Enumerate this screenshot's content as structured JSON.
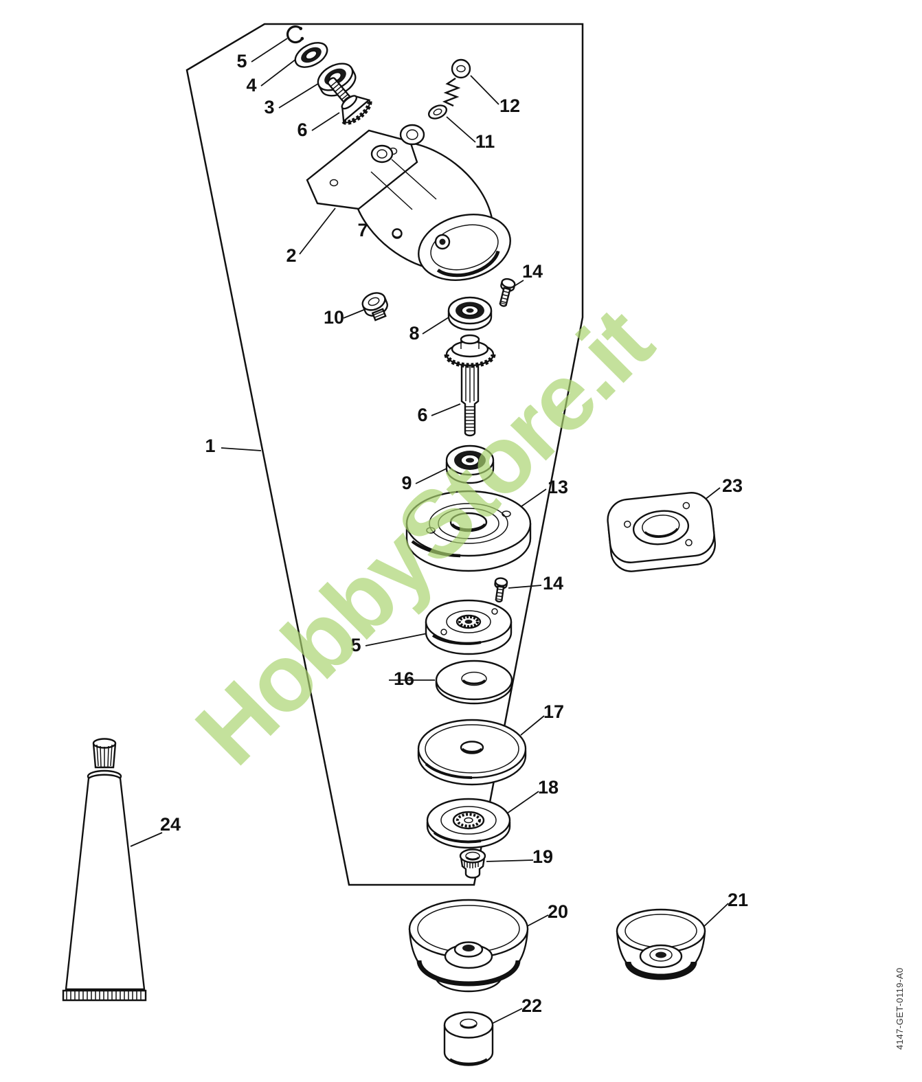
{
  "diagram": {
    "watermark": "HobbyStore.it",
    "doc_code": "4147-GET-0119-A0",
    "accent_color": "#a9d36e",
    "labels": [
      {
        "text": "5"
      },
      {
        "text": "4"
      },
      {
        "text": "3"
      },
      {
        "text": "6"
      },
      {
        "text": "12"
      },
      {
        "text": "11"
      },
      {
        "text": "7"
      },
      {
        "text": "2"
      },
      {
        "text": "14"
      },
      {
        "text": "10"
      },
      {
        "text": "8"
      },
      {
        "text": "6"
      },
      {
        "text": "9"
      },
      {
        "text": "13"
      },
      {
        "text": "23"
      },
      {
        "text": "14"
      },
      {
        "text": "5"
      },
      {
        "text": "16"
      },
      {
        "text": "17"
      },
      {
        "text": "18"
      },
      {
        "text": "19"
      },
      {
        "text": "1"
      },
      {
        "text": "20"
      },
      {
        "text": "21"
      },
      {
        "text": "22"
      },
      {
        "text": "24"
      }
    ]
  }
}
